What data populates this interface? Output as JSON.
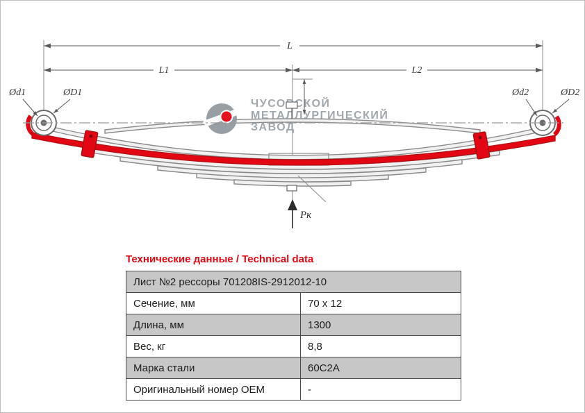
{
  "page": {
    "background": "#ffffff",
    "border_color": "#bdbdbd"
  },
  "drawing": {
    "colors": {
      "red": "#e30613",
      "red_stroke": "#b00f14",
      "line": "#6a6a6a",
      "watermark": "#9ba3a9"
    },
    "labels": {
      "total_length": "L",
      "left_length": "L1",
      "right_length": "L2",
      "left_inner_dia": "Ød1",
      "left_outer_dia": "ØD1",
      "right_inner_dia": "Ød2",
      "right_outer_dia": "ØD2",
      "load": "Рк"
    },
    "watermark": {
      "line1": "ЧУСОВСКОЙ",
      "line2": "МЕТАЛЛУРГИЧЕСКИЙ",
      "line3": "ЗАВОД"
    }
  },
  "table": {
    "title": "Технические данные / Technical data",
    "header": "Лист №2 рессоры 701208IS-2912012-10",
    "rows": [
      {
        "label": "Сечение, мм",
        "value": "70 x 12"
      },
      {
        "label": "Длина, мм",
        "value": "1300"
      },
      {
        "label": "Вес, кг",
        "value": "8,8"
      },
      {
        "label": "Марка стали",
        "value": "60С2А"
      },
      {
        "label": "Оригинальный номер OEM",
        "value": "-"
      }
    ]
  }
}
